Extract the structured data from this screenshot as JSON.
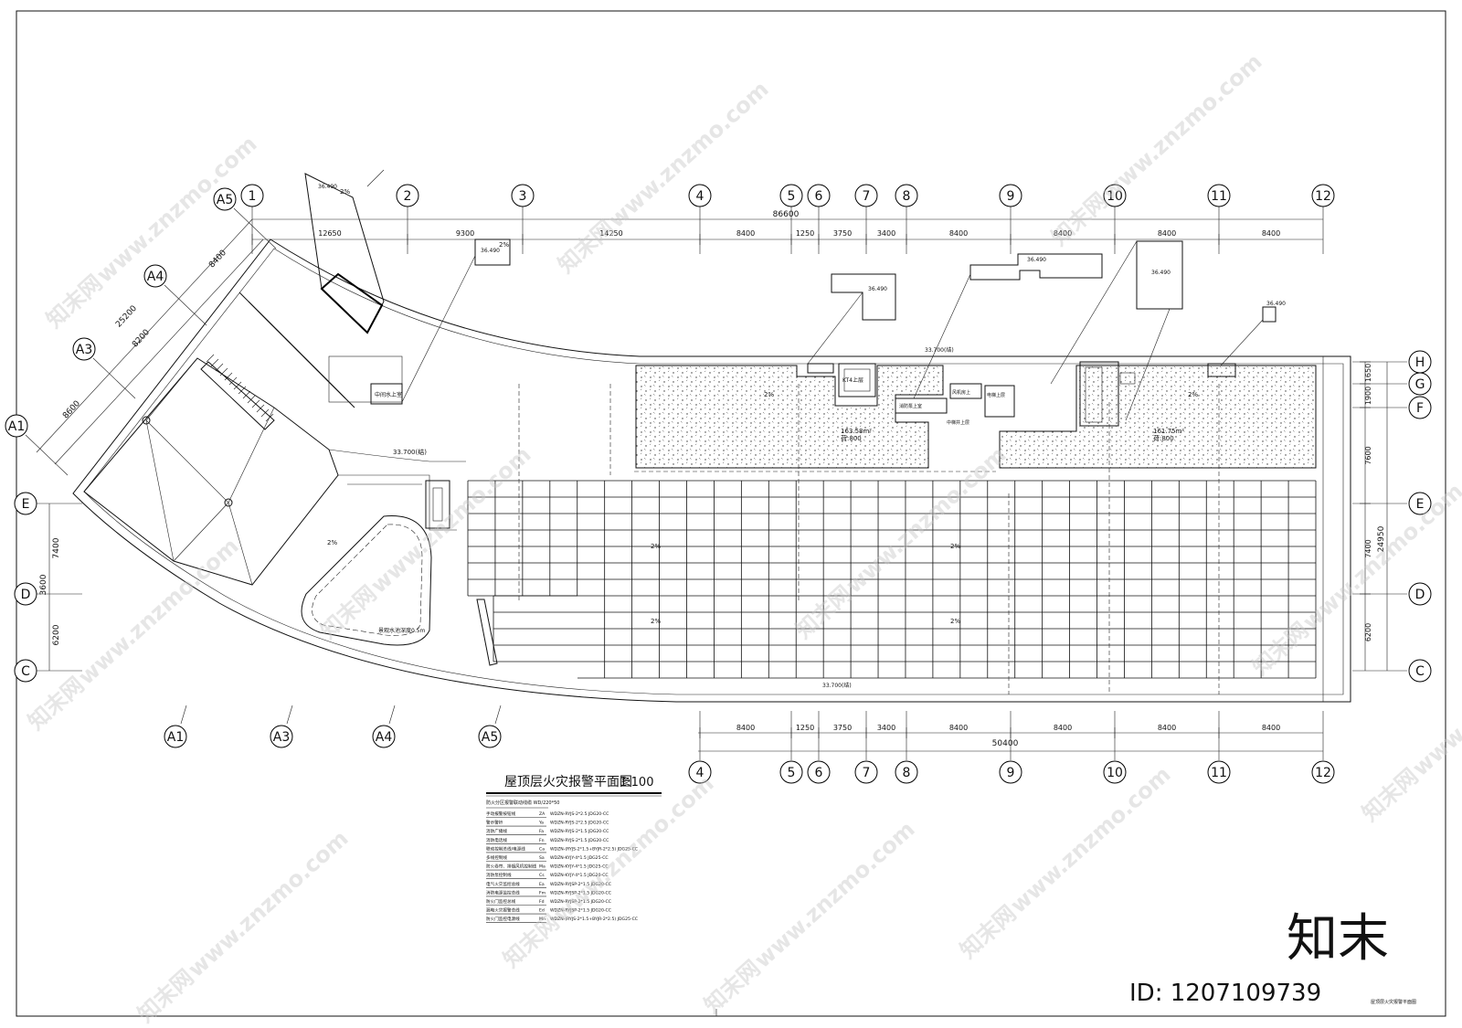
{
  "drawing": {
    "title": "屋顶层火灾报警平面图",
    "scale": "1:100",
    "page_code": "屋顶层火灾报警平面图"
  },
  "grid_top": [
    "1",
    "2",
    "3",
    "4",
    "5",
    "6",
    "7",
    "8",
    "9",
    "10",
    "11",
    "12"
  ],
  "grid_bottom": [
    "4",
    "5",
    "6",
    "7",
    "8",
    "9",
    "10",
    "11",
    "12"
  ],
  "grid_right": [
    "H",
    "G",
    "F",
    "E",
    "D",
    "C"
  ],
  "grid_left": [
    "E",
    "D",
    "C"
  ],
  "grid_diag": [
    "A5",
    "A4",
    "A3",
    "A1"
  ],
  "grid_bottom_diag": [
    "A1",
    "A3",
    "A4",
    "A5"
  ],
  "dims_top": {
    "total": "86600",
    "segments": [
      "12650",
      "9300",
      "14250",
      "8400",
      "1250",
      "3750",
      "3400",
      "8400",
      "8400",
      "8400",
      "8400"
    ]
  },
  "dims_bottom": {
    "total": "50400",
    "segments": [
      "8400",
      "1250",
      "3750",
      "3400",
      "8400",
      "8400",
      "8400",
      "8400"
    ]
  },
  "dims_right": {
    "total": "24950",
    "segments": [
      "1650",
      "1900",
      "7600",
      "7400",
      "6200"
    ]
  },
  "dims_left": [
    "7400",
    "3600",
    "6200"
  ],
  "dims_diag": [
    "8400",
    "25200",
    "8200",
    "8600"
  ],
  "labels": {
    "roof_a": "163.58m²",
    "roof_a2": "荷:800",
    "roof_b": "161.75m²",
    "roof_b2": "荷:800",
    "kt": "KT4上层",
    "stair": "中间水上室",
    "pump": "风机房上",
    "elev": "电梯上层",
    "elev2": "消防泵上室",
    "slope": "2%",
    "elev_value": "36.490",
    "level1": "33.700(结)",
    "level2": "33.700(结)",
    "level3": "33.700(结)",
    "note_pool": "景观水池深度0.5m",
    "stair2": "中梯井上层"
  },
  "legend": {
    "header": "防火分区报警联动线缆 WD/220*50",
    "rows": [
      {
        "name": "手动报警按钮线",
        "code": "ZA",
        "spec": "WDZN-RYJS-2*2.5 JDG20-CC"
      },
      {
        "name": "警示警铃",
        "code": "Ya",
        "spec": "WDZN-RYJS-2*2.5 JDG20-CC"
      },
      {
        "name": "消防广播线",
        "code": "Fa",
        "spec": "WDZN-RYJS-2*1.5 JDG20-CC"
      },
      {
        "name": "消防电话线",
        "code": "Fn",
        "spec": "WDZN-RYJS-2*1.5 JDG20-CC"
      },
      {
        "name": "联动控制总线/电源线",
        "code": "Ca",
        "spec": "WDZN-(RYJS-2*1.5+BYJR-2*2.5) JDG25-CC"
      },
      {
        "name": "多线控制线",
        "code": "Sa",
        "spec": "WDZN-KYJY-4*1.5 JDG25-CC"
      },
      {
        "name": "防火卷帘、排烟风机控制线",
        "code": "Ma",
        "spec": "WDZN-KYJY-4*1.5 JDG25-CC"
      },
      {
        "name": "消防泵控制线",
        "code": "Cs",
        "spec": "WDZN-KYJY-4*1.5 JDG20-CC"
      },
      {
        "name": "电气火灾监控总线",
        "code": "Ea",
        "spec": "WDZN-RYJSP-2*1.5 JDG20-CC"
      },
      {
        "name": "消防电源监控总线",
        "code": "Fm",
        "spec": "WDZN-RYJSP-2*1.5 JDG20-CC"
      },
      {
        "name": "防火门监控总线",
        "code": "Fd",
        "spec": "WDZN-RYJSP-2*1.5 JDG20-CC"
      },
      {
        "name": "漏电火灾报警总线",
        "code": "Ed",
        "spec": "WDZN-RYJSP-2*1.5 JDG20-CC"
      },
      {
        "name": "防火门监控电源线",
        "code": "Mn",
        "spec": "WDZN-(RYJS-2*1.5+BYJR-2*2.5) JDG25-CC"
      }
    ]
  },
  "watermark": {
    "text": "www.znzmo.com",
    "brand": "知末网",
    "logo": "知末",
    "id": "ID: 1207109739"
  }
}
